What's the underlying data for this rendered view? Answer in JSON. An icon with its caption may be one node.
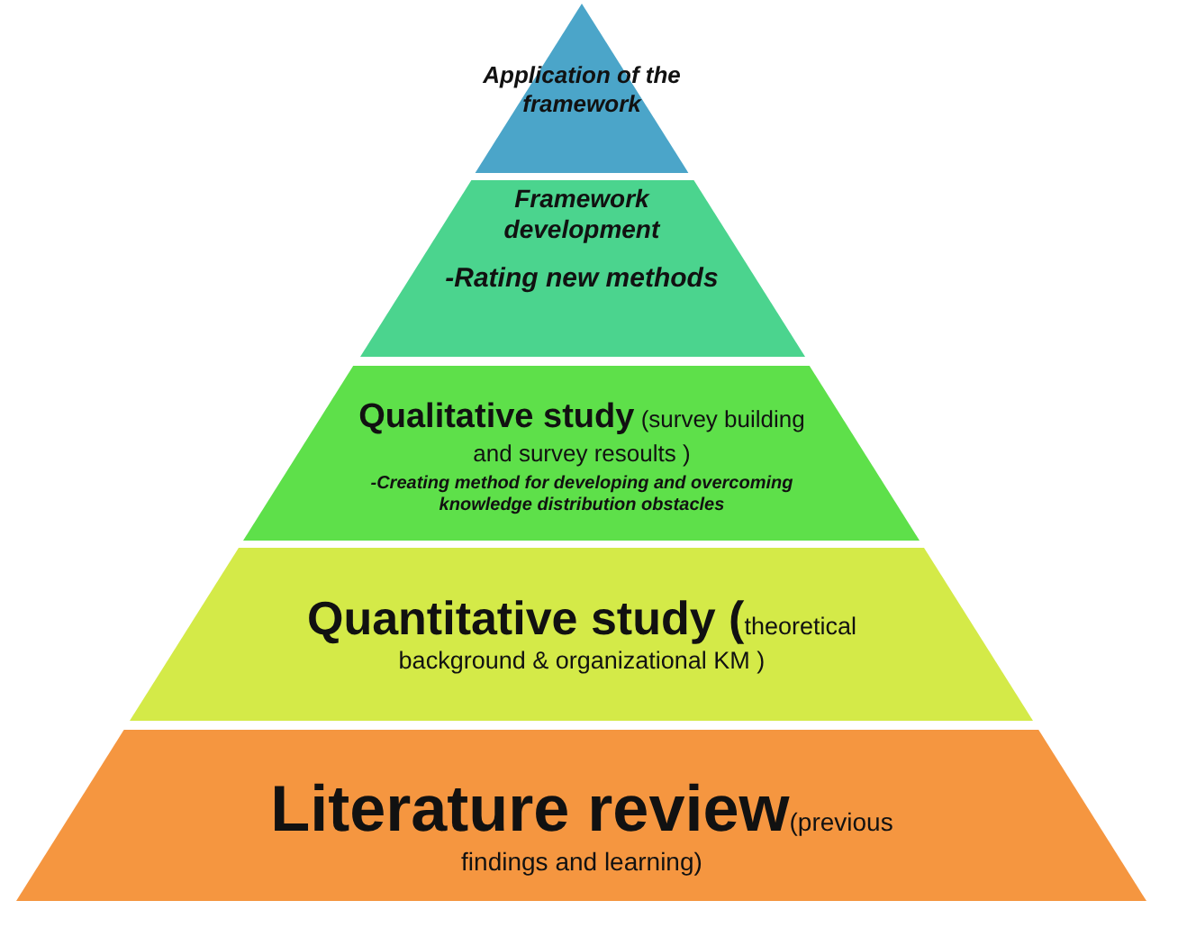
{
  "diagram": {
    "nodes": [
      {
        "text": [
          "Application of the framework"
        ]
      },
      {
        "text": [
          "Framework development",
          "-Rating new methods"
        ]
      },
      {
        "text": [
          "**Qualitative study** (survey building and survey resoults )",
          "-Creating method for developing and overcoming knowledge distribution obstacles"
        ]
      },
      {
        "text": [
          "**Quantitative study (**theoretical background & organizational KM )"
        ]
      },
      {
        "text": [
          "**Literature review**(previous findings and learning)"
        ]
      }
    ]
  }
}
